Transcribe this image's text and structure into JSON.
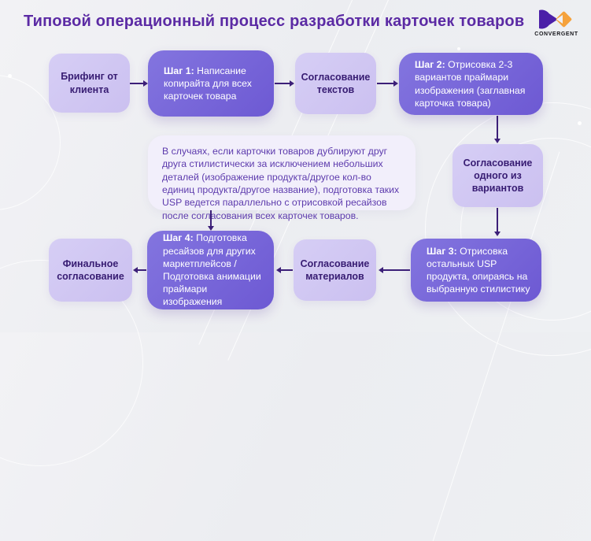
{
  "title": "Типовой операционный процесс разработки карточек товаров",
  "logo": {
    "name": "CONVERGENT"
  },
  "colors": {
    "title": "#5b2aa4",
    "step_box": "#7765d8",
    "light_box": "#cfc6f2",
    "light_box_text": "#371c72",
    "note_box": "#f2effb",
    "note_text": "#5d3bad",
    "arrow": "#3c1f78",
    "logo_purple": "#4b1fa8",
    "logo_orange": "#f5a23c"
  },
  "flow": {
    "briefing": {
      "text": "Брифинг от клиента"
    },
    "step1": {
      "label": "Шаг 1: ",
      "text": "Написание копирайта для всех карточек товара"
    },
    "approve_texts": {
      "text": "Согласование текстов"
    },
    "step2": {
      "label": "Шаг 2: ",
      "text": "Отрисовка 2-3 вариантов праймари изображения (заглавная карточка товара)"
    },
    "approve_variant": {
      "text": "Согласование одного из вариантов"
    },
    "note": {
      "text": "В случаях, если карточки товаров дублируют друг друга стилистически за исключением небольших деталей (изображение продукта/другое кол-во единиц продукта/другое название), подготовка таких USP ведется параллельно с отрисовкой ресайзов после согласования всех карточек товаров."
    },
    "step3": {
      "label": "Шаг 3: ",
      "text": "Отрисовка остальных USP продукта, опираясь на выбранную стилистику"
    },
    "approve_materials": {
      "text": "Согласование материалов"
    },
    "step4": {
      "label": "Шаг 4: ",
      "text": "Подготовка ресайзов для других маркетплейсов / Подготовка анимации праймари изображения"
    },
    "final": {
      "text": "Финальное согласование"
    }
  }
}
